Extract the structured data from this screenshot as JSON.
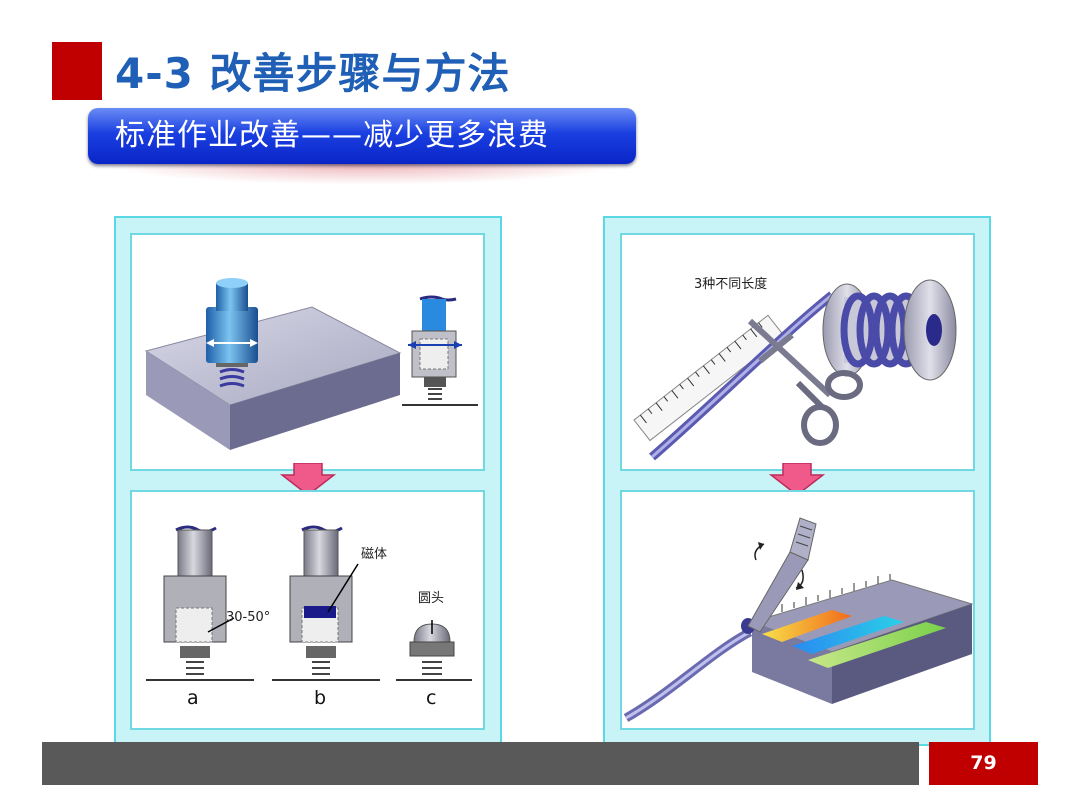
{
  "slide": {
    "title": "4-3 改善步骤与方法",
    "subtitle": "标准作业改善——减少更多浪费",
    "page_number": "79"
  },
  "panels": {
    "left_bottom": {
      "angle_label": "30-50°",
      "magnet_label": "磁体",
      "round_head_label": "圆头",
      "variant_labels": [
        "a",
        "b",
        "c"
      ]
    },
    "right_top": {
      "lengths_label": "3种不同长度"
    }
  },
  "colors": {
    "accent_red": "#c00000",
    "title_blue": "#1f5fb5",
    "banner_blue": "#1a3fe0",
    "panel_cyan": "#c8f4f8",
    "footer_gray": "#595959",
    "arrow_pink": "#f05a8a"
  }
}
